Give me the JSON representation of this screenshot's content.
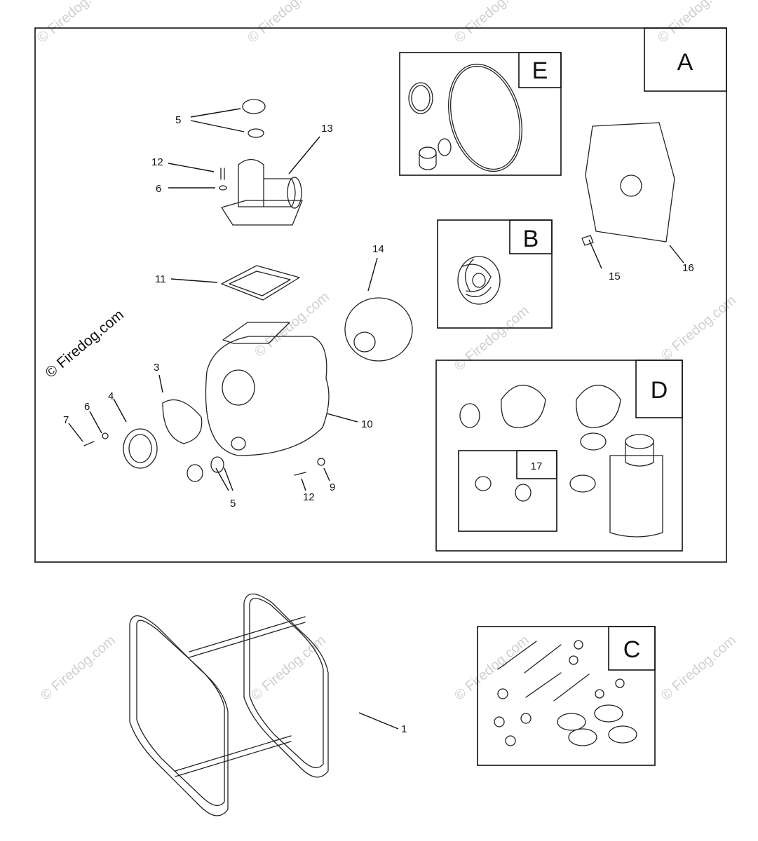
{
  "copyright": "© Firedog.com",
  "watermark_text": "© Firedog.com",
  "kit_boxes": {
    "A": "A",
    "B": "B",
    "C": "C",
    "D": "D",
    "E": "E",
    "sub_17": "17"
  },
  "callouts": {
    "n1": "1",
    "n3": "3",
    "n4": "4",
    "n5a": "5",
    "n5b": "5",
    "n6a": "6",
    "n6b": "6",
    "n7": "7",
    "n9": "9",
    "n10": "10",
    "n11": "11",
    "n12a": "12",
    "n12b": "12",
    "n13": "13",
    "n14": "14",
    "n15": "15",
    "n16": "16"
  },
  "colors": {
    "line": "#222222",
    "watermark": "#cfcfcf"
  }
}
